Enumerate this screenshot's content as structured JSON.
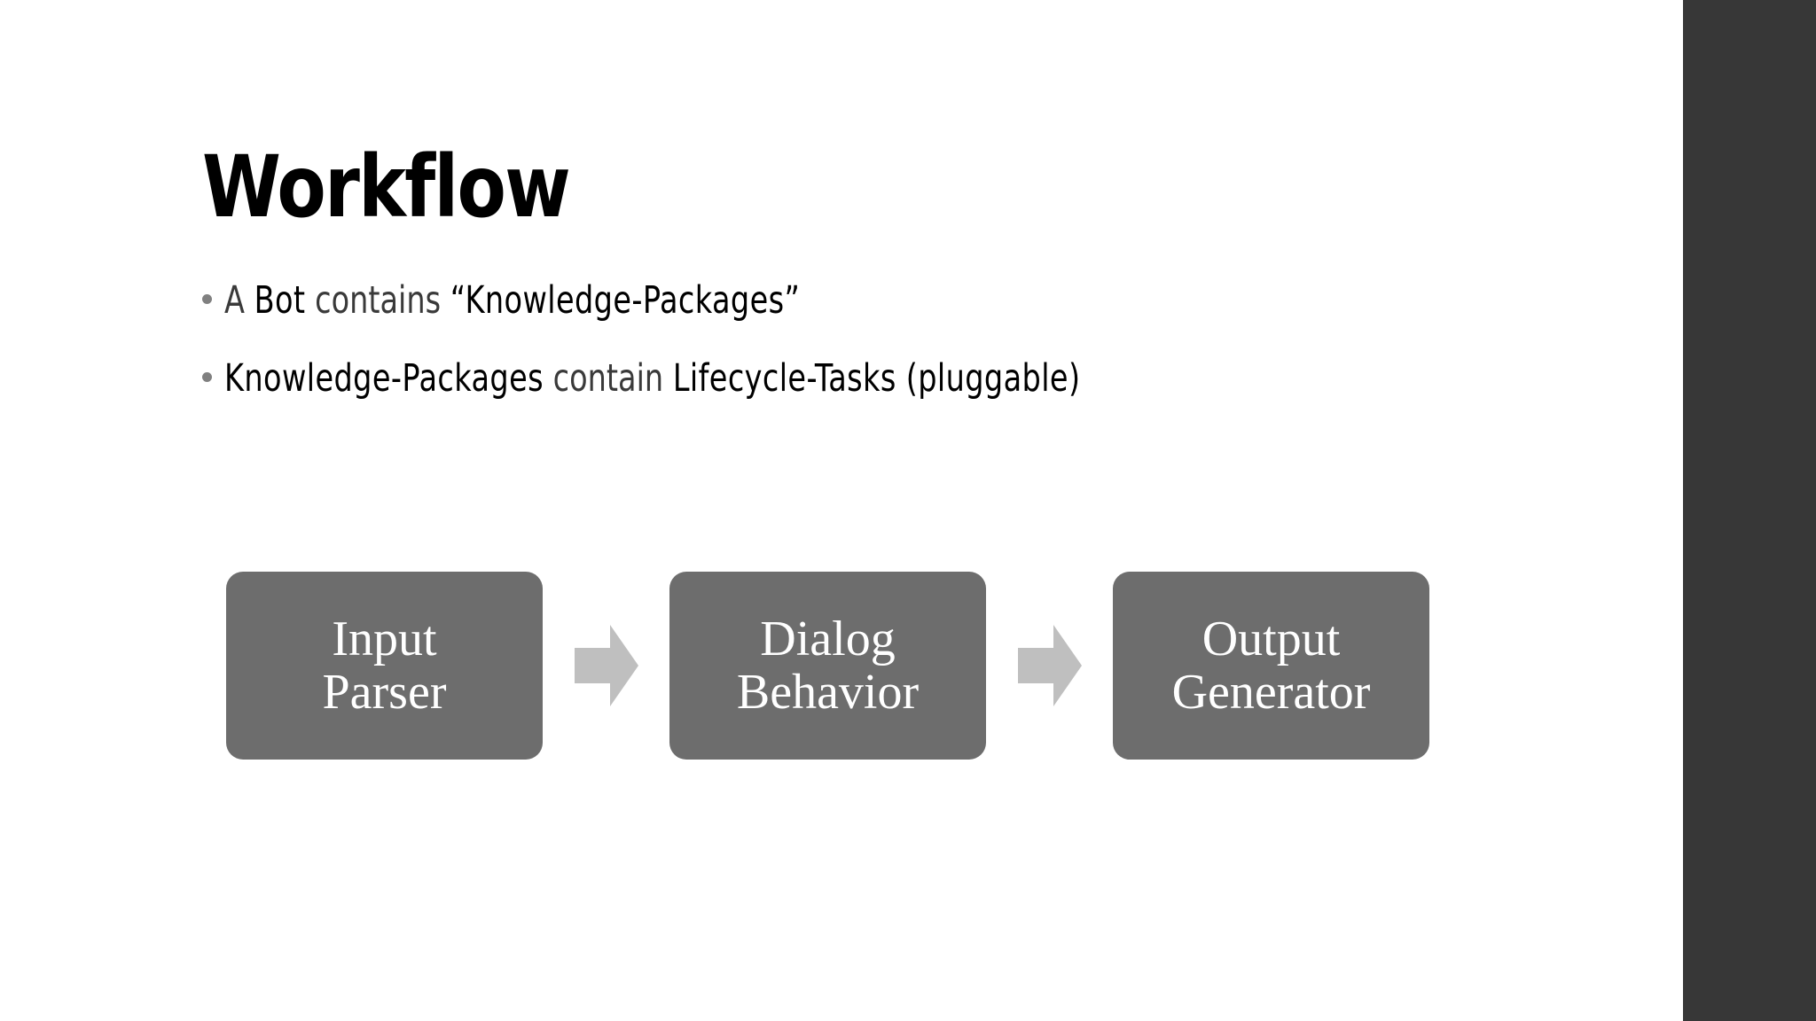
{
  "slide": {
    "title": "Workflow",
    "background_color": "#ffffff",
    "sidebar_color": "#373737"
  },
  "bullets": [
    {
      "marker": "bullet-dot",
      "segments": [
        {
          "text": "A ",
          "weight": "light"
        },
        {
          "text": "Bot",
          "weight": "strong"
        },
        {
          "text": " contains ",
          "weight": "light"
        },
        {
          "text": "“Knowledge-Packages”",
          "weight": "strong"
        }
      ]
    },
    {
      "marker": "bullet-dot",
      "segments": [
        {
          "text": "Knowledge-Packages",
          "weight": "strong"
        },
        {
          "text": " contain ",
          "weight": "light"
        },
        {
          "text": "Lifecycle-Tasks (pluggable)",
          "weight": "strong"
        }
      ]
    }
  ],
  "flow": {
    "box_fill": "#6d6d6d",
    "box_text_color": "#ffffff",
    "arrow_fill": "#bfbfbf",
    "nodes": [
      {
        "line1": "Input",
        "line2": "Parser"
      },
      {
        "line1": "Dialog",
        "line2": "Behavior"
      },
      {
        "line1": "Output",
        "line2": "Generator"
      }
    ],
    "arrows": [
      {
        "name": "arrow-right-icon",
        "direction": "right"
      },
      {
        "name": "arrow-right-icon",
        "direction": "right"
      }
    ]
  }
}
